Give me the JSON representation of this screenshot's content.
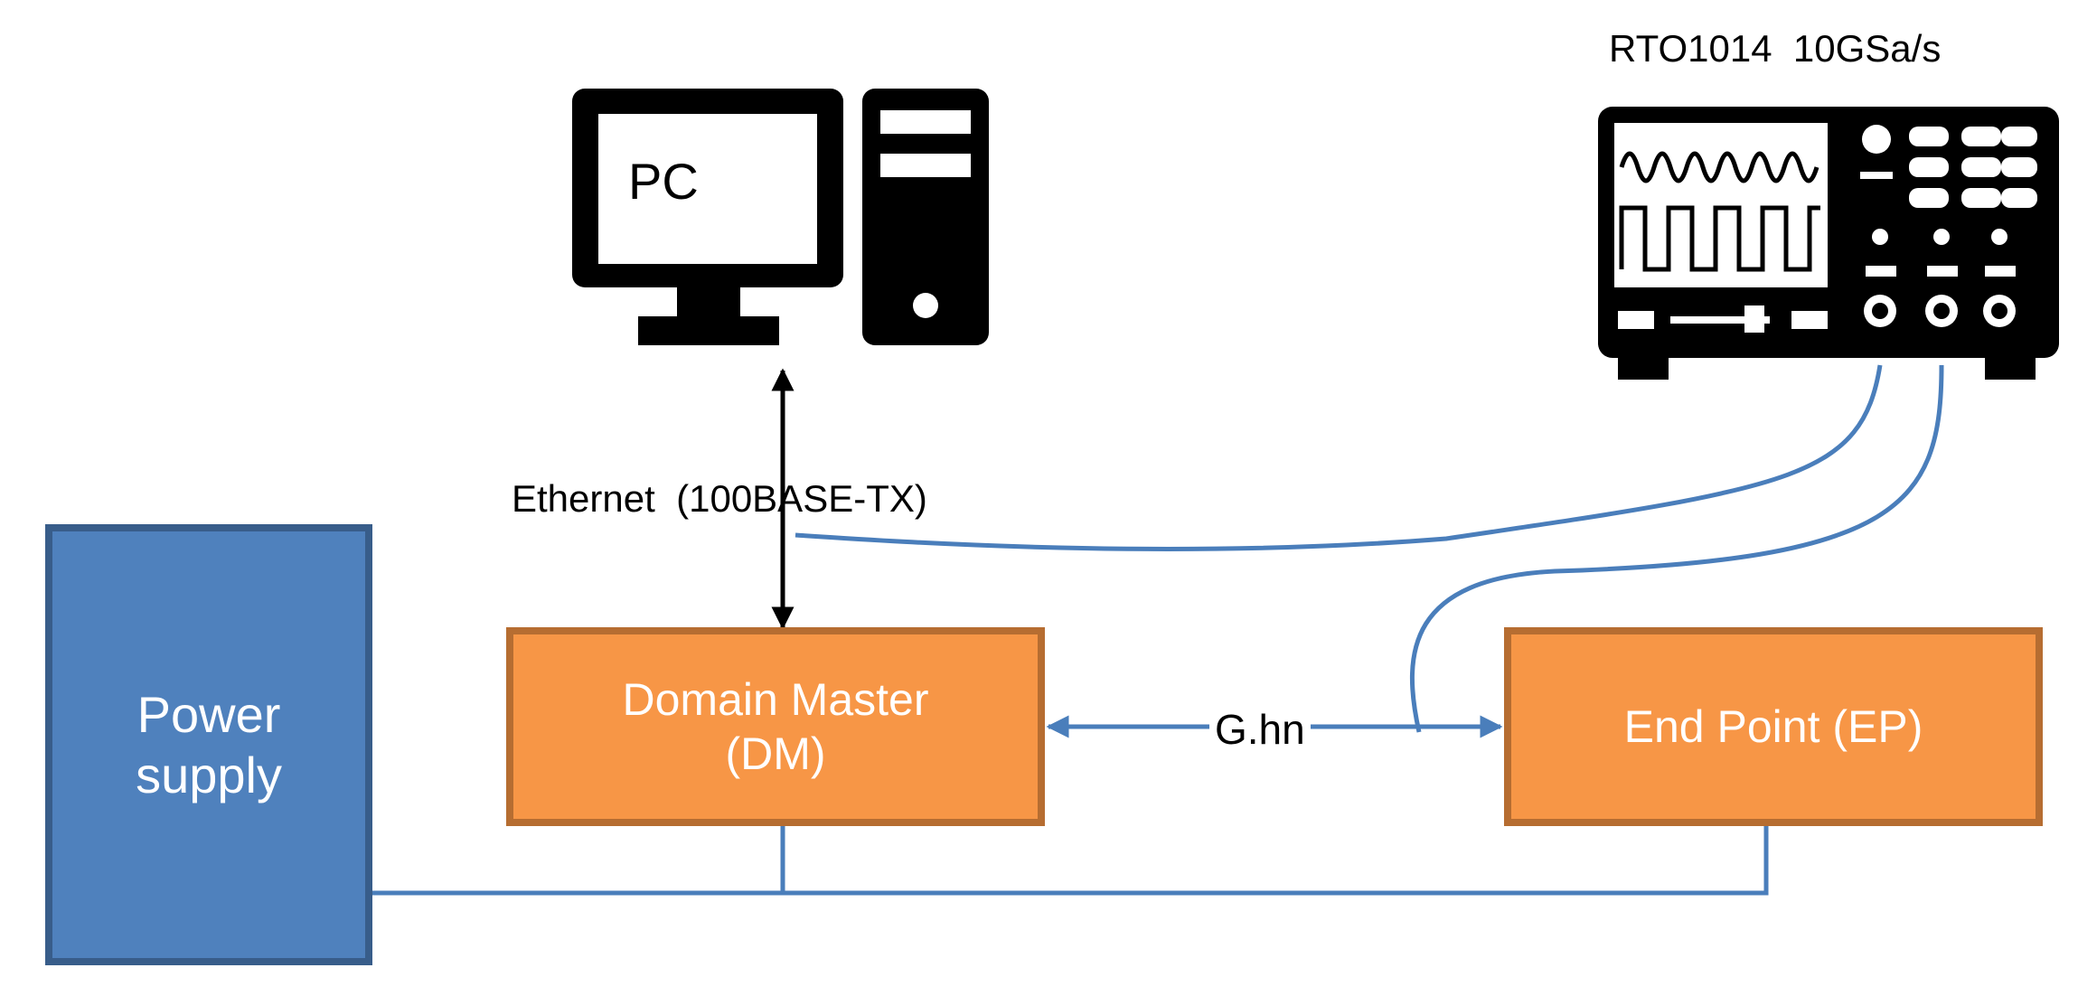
{
  "pc": {
    "label": "PC",
    "icon": "desktop-computer-icon"
  },
  "oscilloscope": {
    "label": "RTO1014  10GSa/s",
    "icon": "oscilloscope-icon"
  },
  "links": {
    "ethernet": "Ethernet  (100BASE-TX)",
    "ghn": "G.hn"
  },
  "nodes": {
    "power_supply": {
      "line1": "Power",
      "line2": "supply"
    },
    "domain_master": {
      "line1": "Domain Master",
      "line2": "(DM)"
    },
    "end_point": {
      "line1": "End Point (EP)"
    }
  },
  "colors": {
    "power_fill": "#4f81bd",
    "power_border": "#385d8a",
    "node_fill": "#f79646",
    "node_border": "#b66d31",
    "cable": "#4a7ebb",
    "icon": "#000000"
  }
}
